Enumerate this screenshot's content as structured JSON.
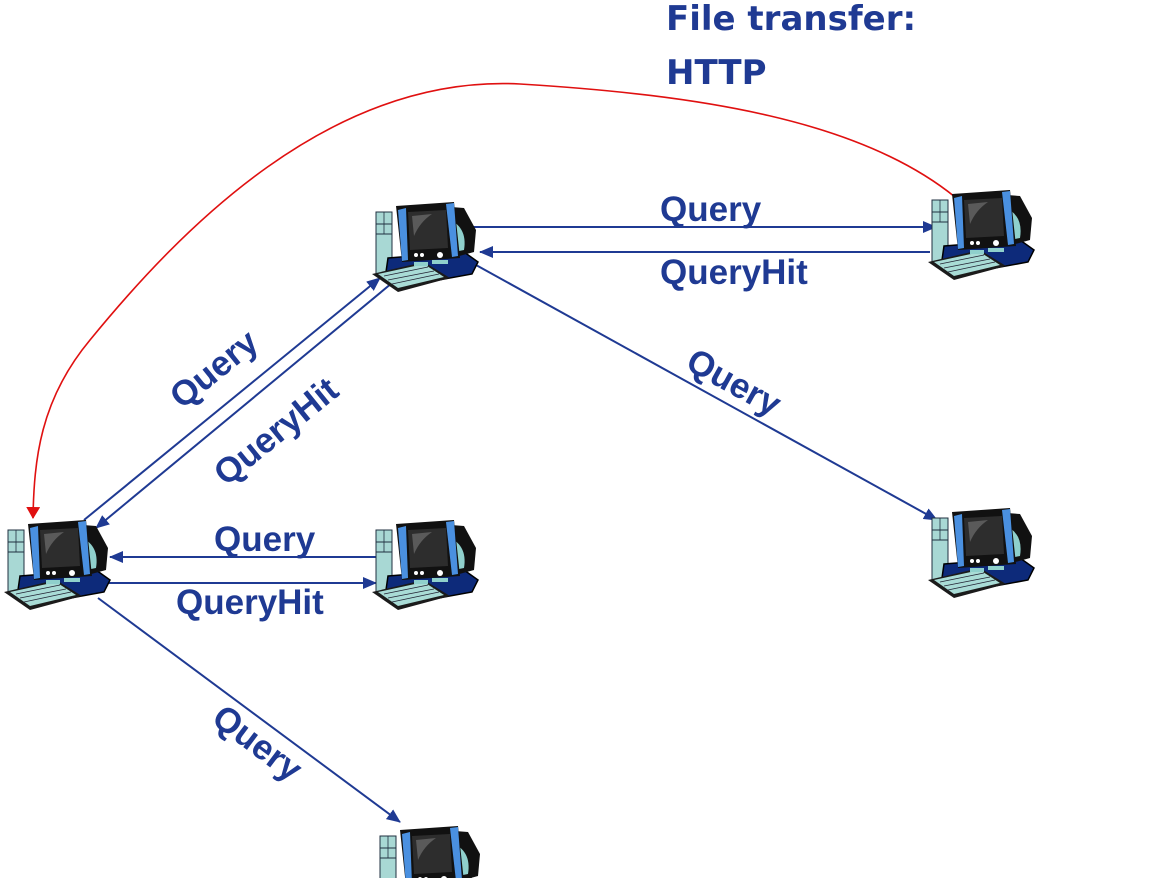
{
  "title": {
    "line1": "File transfer:",
    "line2": "HTTP"
  },
  "colors": {
    "message": "#1f3a93",
    "file_transfer": "#e01010",
    "background": "#ffffff"
  },
  "nodes": [
    {
      "id": "requester",
      "icon": "computer-icon"
    },
    {
      "id": "peer-top-middle",
      "icon": "computer-icon"
    },
    {
      "id": "peer-top-right",
      "icon": "computer-icon"
    },
    {
      "id": "peer-middle",
      "icon": "computer-icon"
    },
    {
      "id": "peer-right",
      "icon": "computer-icon"
    },
    {
      "id": "peer-bottom",
      "icon": "computer-icon"
    }
  ],
  "edges": {
    "requester_to_top_middle_query": "Query",
    "top_middle_to_requester_queryhit": "QueryHit",
    "top_middle_to_top_right_query": "Query",
    "top_right_to_top_middle_queryhit": "QueryHit",
    "top_middle_to_right_query": "Query",
    "middle_to_requester_query": "Query",
    "requester_to_middle_queryhit": "QueryHit",
    "requester_to_bottom_query": "Query",
    "file_transfer": "File transfer: HTTP"
  }
}
